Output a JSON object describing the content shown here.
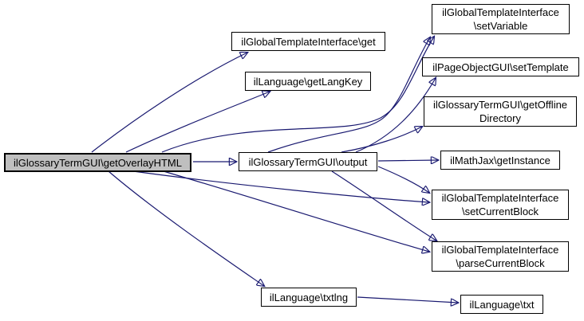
{
  "diagram": {
    "type": "call-graph",
    "edge_color": "#191970",
    "node_fill": "#ffffff",
    "node_border_color": "#000000",
    "highlight_fill": "#bfbfbf",
    "nodes": {
      "getOverlayHTML": {
        "label": "ilGlossaryTermGUI\\getOverlayHTML",
        "lines": [
          "ilGlossaryTermGUI\\getOverlayHTML"
        ],
        "highlighted": true
      },
      "get": {
        "label": "ilGlobalTemplateInterface\\get",
        "lines": [
          "ilGlobalTemplateInterface\\get"
        ]
      },
      "getLangKey": {
        "label": "ilLanguage\\getLangKey",
        "lines": [
          "ilLanguage\\getLangKey"
        ]
      },
      "output": {
        "label": "ilGlossaryTermGUI\\output",
        "lines": [
          "ilGlossaryTermGUI\\output"
        ]
      },
      "txtlng": {
        "label": "ilLanguage\\txtlng",
        "lines": [
          "ilLanguage\\txtlng"
        ]
      },
      "setVariable": {
        "label": "ilGlobalTemplateInterface\\setVariable",
        "lines": [
          "ilGlobalTemplateInterface",
          "\\setVariable"
        ]
      },
      "setTemplate": {
        "label": "ilPageObjectGUI\\setTemplate",
        "lines": [
          "ilPageObjectGUI\\setTemplate"
        ]
      },
      "getOfflineDirectory": {
        "label": "ilGlossaryTermGUI\\getOfflineDirectory",
        "lines": [
          "ilGlossaryTermGUI\\getOffline",
          "Directory"
        ]
      },
      "getInstance": {
        "label": "ilMathJax\\getInstance",
        "lines": [
          "ilMathJax\\getInstance"
        ]
      },
      "setCurrentBlock": {
        "label": "ilGlobalTemplateInterface\\setCurrentBlock",
        "lines": [
          "ilGlobalTemplateInterface",
          "\\setCurrentBlock"
        ]
      },
      "parseCurrentBlock": {
        "label": "ilGlobalTemplateInterface\\parseCurrentBlock",
        "lines": [
          "ilGlobalTemplateInterface",
          "\\parseCurrentBlock"
        ]
      },
      "txt": {
        "label": "ilLanguage\\txt",
        "lines": [
          "ilLanguage\\txt"
        ]
      }
    },
    "edges": [
      {
        "from": "getOverlayHTML",
        "to": "get"
      },
      {
        "from": "getOverlayHTML",
        "to": "getLangKey"
      },
      {
        "from": "getOverlayHTML",
        "to": "output"
      },
      {
        "from": "getOverlayHTML",
        "to": "setVariable"
      },
      {
        "from": "getOverlayHTML",
        "to": "setCurrentBlock"
      },
      {
        "from": "getOverlayHTML",
        "to": "parseCurrentBlock"
      },
      {
        "from": "getOverlayHTML",
        "to": "txtlng"
      },
      {
        "from": "output",
        "to": "setVariable"
      },
      {
        "from": "output",
        "to": "setTemplate"
      },
      {
        "from": "output",
        "to": "getOfflineDirectory"
      },
      {
        "from": "output",
        "to": "getInstance"
      },
      {
        "from": "output",
        "to": "setCurrentBlock"
      },
      {
        "from": "output",
        "to": "parseCurrentBlock"
      },
      {
        "from": "txtlng",
        "to": "txt"
      }
    ]
  }
}
